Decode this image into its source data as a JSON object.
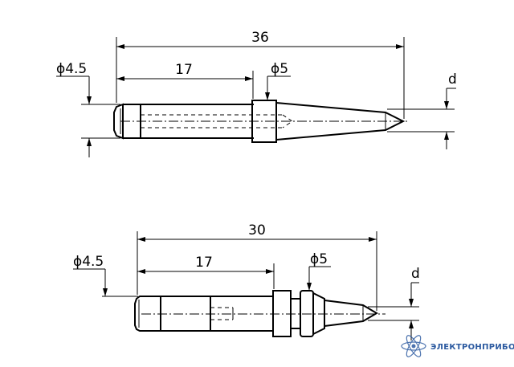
{
  "top_tip": {
    "overall_length": "36",
    "shank_length": "17",
    "shank_diameter": "ϕ4.5",
    "collar_diameter": "ϕ5",
    "tip_dimension": "d"
  },
  "bottom_tip": {
    "overall_length": "30",
    "shank_length": "17",
    "shank_diameter": "ϕ4.5",
    "collar_diameter": "ϕ5",
    "tip_dimension": "d"
  },
  "brand": {
    "name": "ЭЛЕКТРОНПРИБОР",
    "color": "#2c5aa0"
  }
}
